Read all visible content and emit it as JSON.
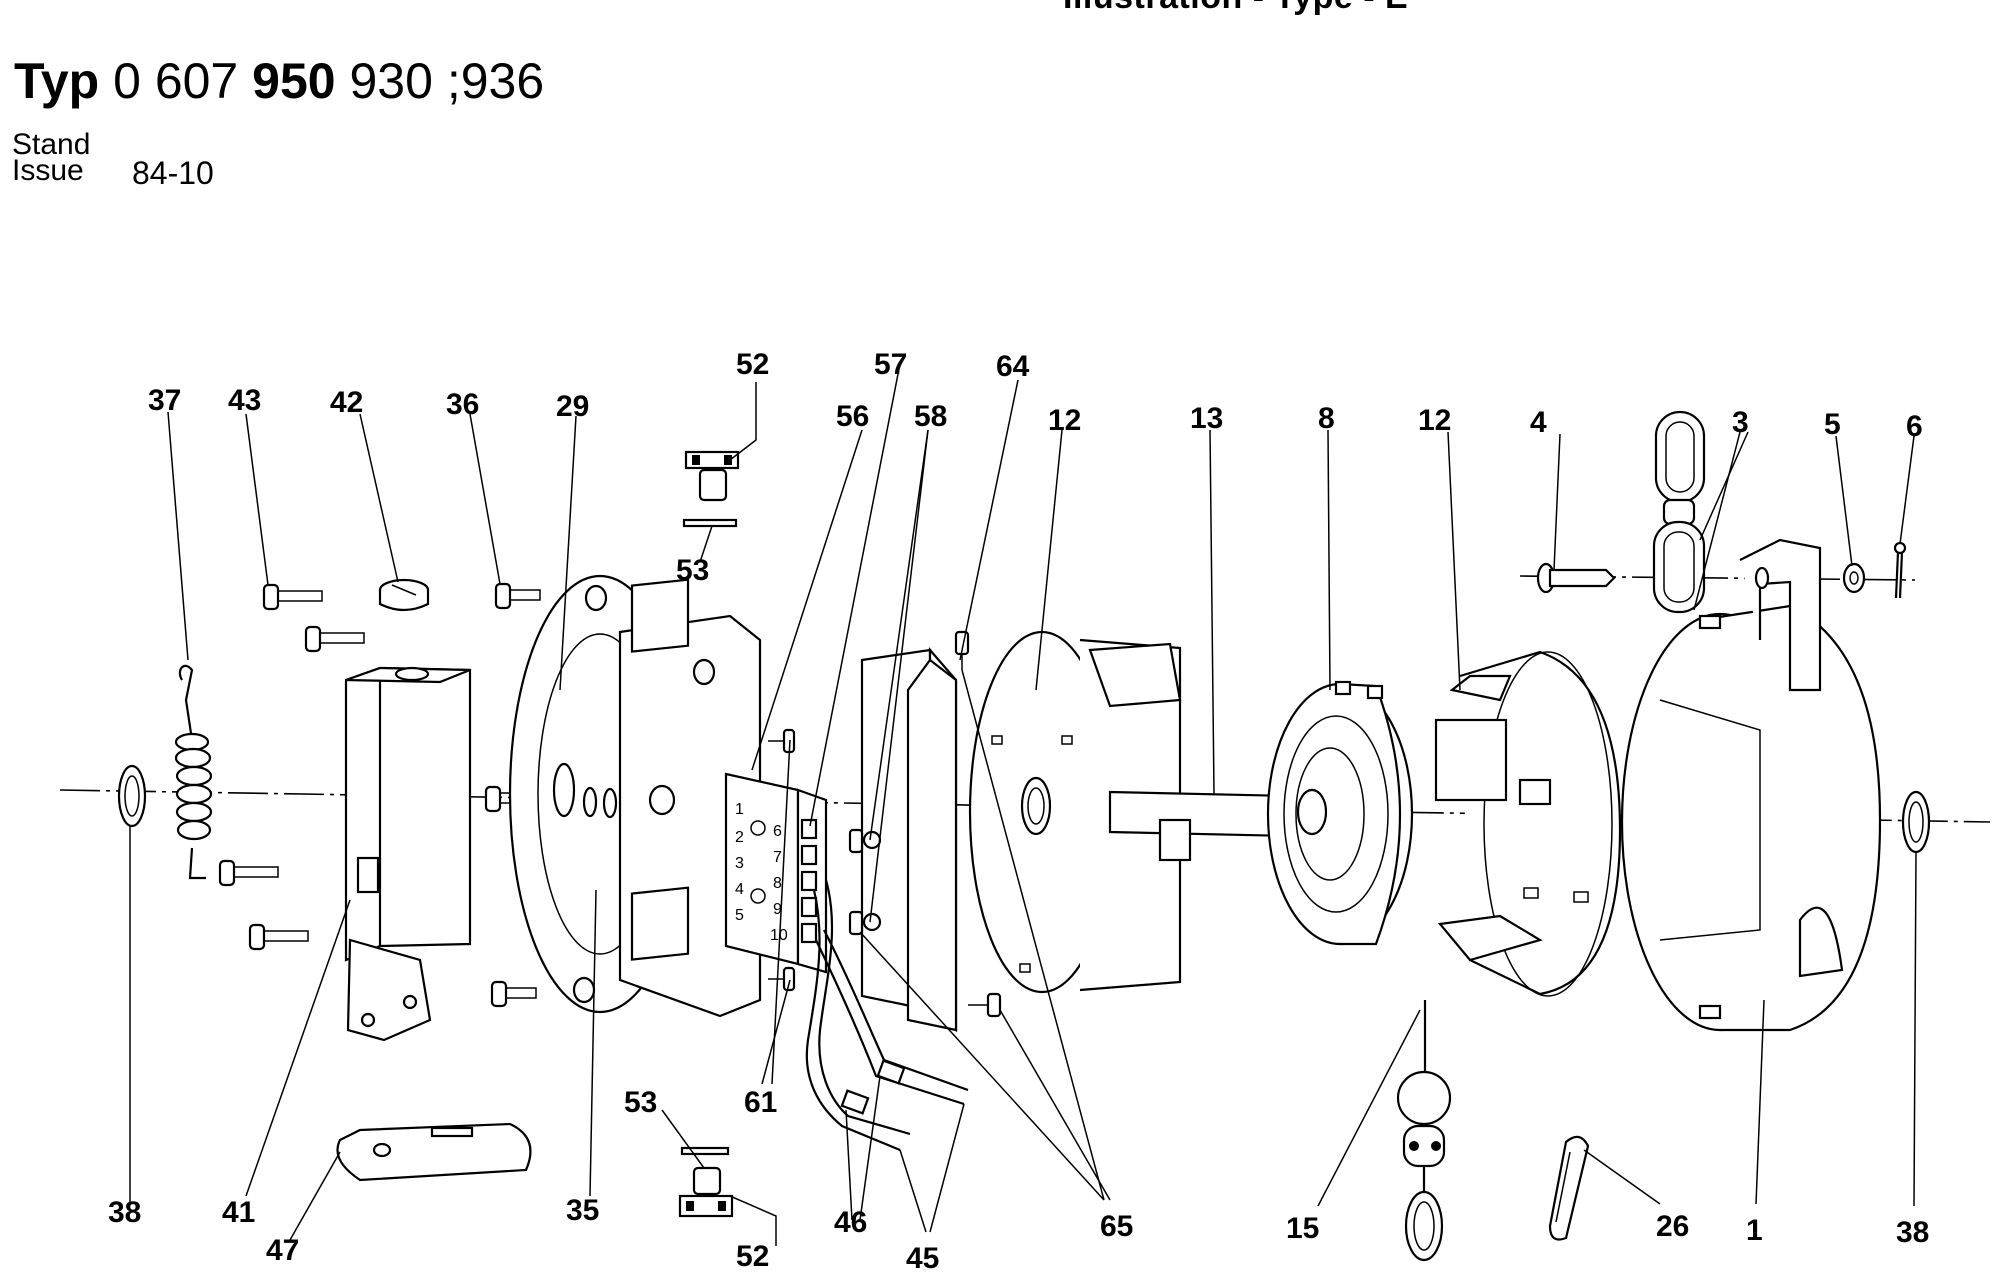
{
  "header": {
    "caption": "Illustration - Type - E",
    "type_word": "Typ",
    "type_num_1": "0",
    "type_num_2": "607",
    "type_num_3": "950",
    "type_num_4": "930",
    "type_num_5": ";936",
    "stand_label": "Stand",
    "issue_label": "Issue",
    "issue_date": "84-10"
  },
  "terminal_numbers": [
    "1",
    "2",
    "3",
    "4",
    "5",
    "6",
    "7",
    "8",
    "9",
    "10"
  ],
  "callouts": {
    "c1": "1",
    "c3": "3",
    "c4": "4",
    "c5": "5",
    "c6": "6",
    "c8": "8",
    "c12a": "12",
    "c12b": "12",
    "c13": "13",
    "c15": "15",
    "c26": "26",
    "c29": "29",
    "c35": "35",
    "c36": "36",
    "c37": "37",
    "c38a": "38",
    "c38b": "38",
    "c41": "41",
    "c42": "42",
    "c43": "43",
    "c45": "45",
    "c46": "46",
    "c47": "47",
    "c52a": "52",
    "c52b": "52",
    "c53a": "53",
    "c53b": "53",
    "c56": "56",
    "c57": "57",
    "c58": "58",
    "c61": "61",
    "c64": "64",
    "c65": "65"
  }
}
